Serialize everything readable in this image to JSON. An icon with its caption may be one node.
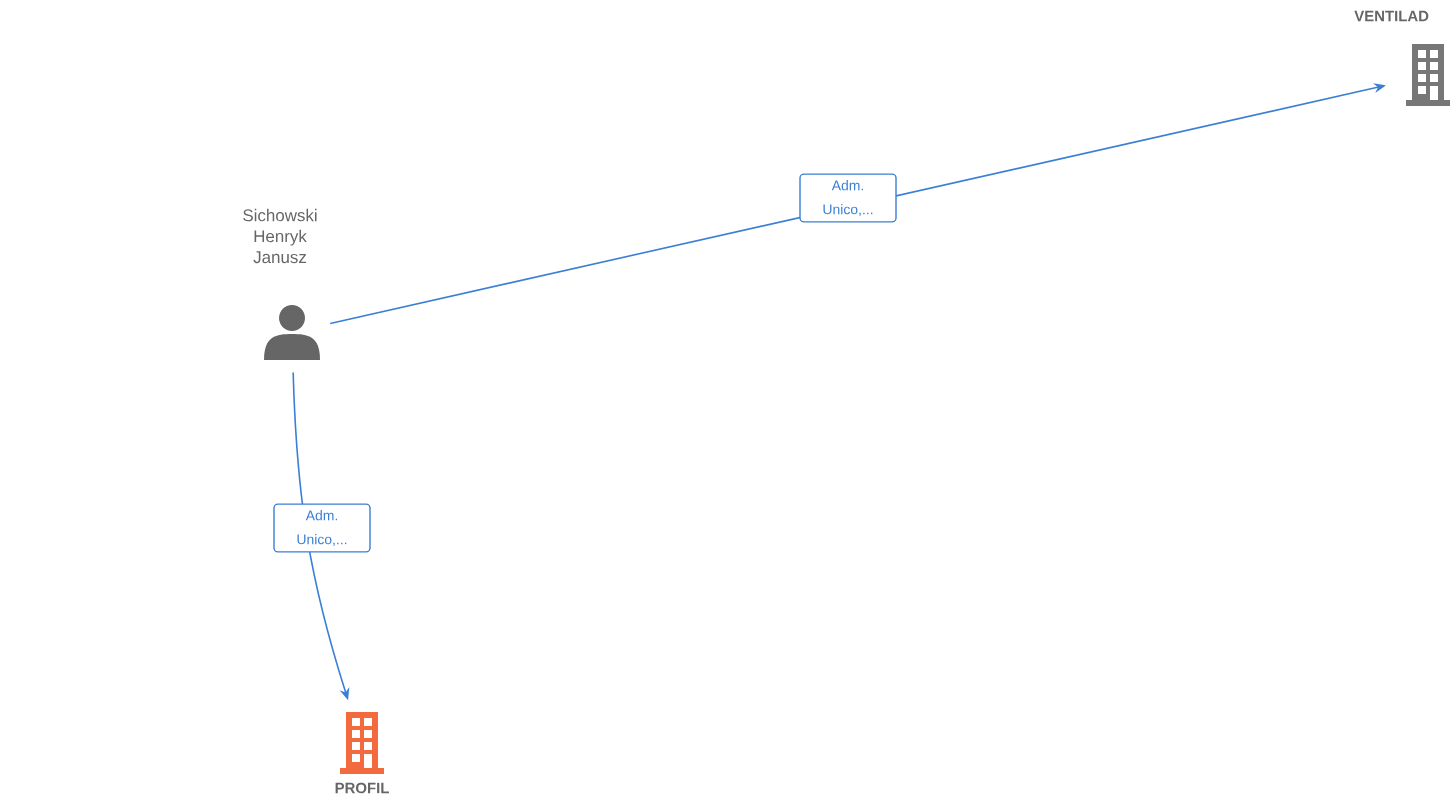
{
  "diagram": {
    "nodes": [
      {
        "text": [
          "Sichowski Henryk Janusz"
        ]
      },
      {
        "text": [
          "VENTILAD"
        ]
      },
      {
        "text": [
          "PROFIL"
        ]
      }
    ],
    "edges": [
      {
        "from": 0,
        "to": 1,
        "arrow": "to",
        "label": "Adm. Unico,..."
      },
      {
        "from": 0,
        "to": 2,
        "arrow": "to",
        "label": "Adm. Unico,..."
      }
    ]
  }
}
